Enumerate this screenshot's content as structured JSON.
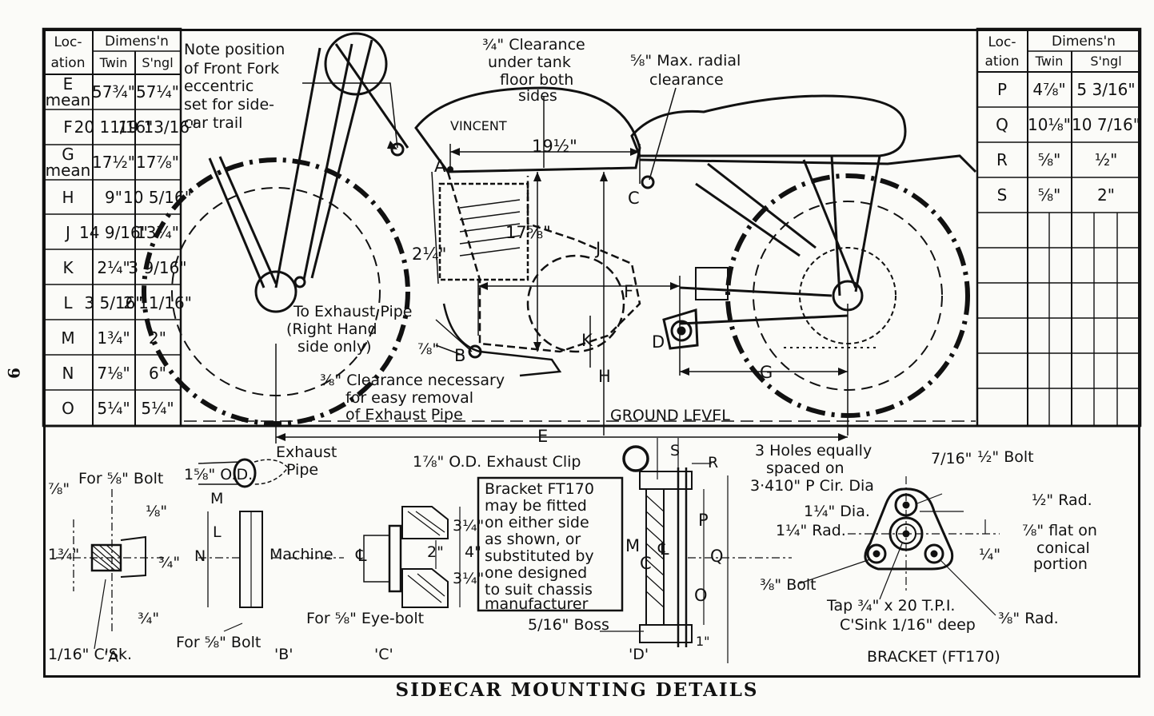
{
  "caption": "SIDECAR MOUNTING DETAILS",
  "page_number": "9",
  "left_table": {
    "headers": {
      "location": [
        "Loc-",
        "ation"
      ],
      "dimens": "Dimens'n",
      "twin": "Twin",
      "single": "S'ngl"
    },
    "rows": [
      {
        "loc": "E mean",
        "twin": "57¾\"",
        "single": "57¼\""
      },
      {
        "loc": "F",
        "twin": "20 11/16\"",
        "single": "19 13/16\""
      },
      {
        "loc": "G mean",
        "twin": "17½\"",
        "single": "17⅞\""
      },
      {
        "loc": "H",
        "twin": "9\"",
        "single": "10 5/16\""
      },
      {
        "loc": "J",
        "twin": "14 9/16\"",
        "single": "13¼\""
      },
      {
        "loc": "K",
        "twin": "2¼\"",
        "single": "3 9/16\""
      },
      {
        "loc": "L",
        "twin": "3 5/16\"",
        "single": "2 11/16\""
      },
      {
        "loc": "M",
        "twin": "1¾\"",
        "single": "2\""
      },
      {
        "loc": "N",
        "twin": "7⅛\"",
        "single": "6\""
      },
      {
        "loc": "O",
        "twin": "5¼\"",
        "single": "5¼\""
      }
    ]
  },
  "right_table": {
    "headers": {
      "location": [
        "Loc-",
        "ation"
      ],
      "dimens": "Dimens'n",
      "twin": "Twin",
      "single": "S'ngl"
    },
    "rows": [
      {
        "loc": "P",
        "twin": "4⅞\"",
        "single": "5 3/16\""
      },
      {
        "loc": "Q",
        "twin": "10⅛\"",
        "single": "10 7/16\""
      },
      {
        "loc": "R",
        "twin": "⅝\"",
        "single": "½\""
      },
      {
        "loc": "S",
        "twin": "⅝\"",
        "single": "2\""
      }
    ]
  },
  "notes": {
    "front_fork": [
      "Note position",
      "of Front Fork",
      "eccentric",
      "set for side-",
      "car trail"
    ],
    "tank": [
      "¾\" Clearance",
      "under tank",
      "floor both",
      "sides"
    ],
    "radial": [
      "⅝\" Max. radial",
      "clearance"
    ],
    "exhaust": [
      "To Exhaust Pipe",
      "(Right Hand",
      "side only)"
    ],
    "removal": [
      "⅜\" Clearance necessary",
      "for easy removal",
      "of Exhaust Pipe"
    ],
    "ground": "GROUND LEVEL",
    "bracket_box": [
      "Bracket FT170",
      "may be fitted",
      "on either side",
      "as shown, or",
      "substituted by",
      "one designed",
      "to suit chassis",
      "manufacturer"
    ],
    "holes": [
      "3 Holes equally",
      "spaced on",
      "3·410\" P Cir. Dia"
    ],
    "tap": [
      "Tap ¾\" x 20 T.P.I.",
      "C'Sink 1/16\" deep"
    ]
  },
  "bike_dims": {
    "d_19_5": "19½\"",
    "d_2_25": "2¼\"",
    "d_17_625": "17⅝\"",
    "d_7_8": "⅞\"",
    "A": "A",
    "B": "B",
    "C": "C",
    "D": "D",
    "E": "E",
    "F": "F",
    "G": "G",
    "H": "H",
    "J": "J",
    "K": "K",
    "VINCENT": "VINCENT"
  },
  "details": {
    "A": {
      "label": "'A'",
      "bolt": "For ⅝\" Bolt",
      "d78": "⅞\"",
      "d134": "1¾\"",
      "d18": "⅛\"",
      "d34a": "¾\"",
      "d34b": "¾\"",
      "csk": "1/16\" C'Sk."
    },
    "B": {
      "label": "'B'",
      "pipe": [
        "Exhaust",
        "Pipe"
      ],
      "od": "1⅝\" O.D.",
      "M": "M",
      "L": "L",
      "N": "N",
      "bolt": "For ⅝\" Bolt",
      "machine": "Machine"
    },
    "C": {
      "label": "'C'",
      "clip": "1⅞\" O.D. Exhaust Clip",
      "d34a": "3¼\"",
      "d2": "2\"",
      "d4": "4\"",
      "d34b": "3¼\"",
      "eyebolt": "For ⅝\" Eye-bolt"
    },
    "D": {
      "label": "'D'",
      "S": "S",
      "R": "R",
      "P": "P",
      "Q": "Q",
      "O": "O",
      "M": "M",
      "C": "C",
      "boss": "5/16\" Boss",
      "d1": "1\""
    },
    "bracket": {
      "title": "BRACKET (FT170)",
      "d716": "7/16\"",
      "bolt12": "½\" Bolt",
      "rad12": "½\" Rad.",
      "dia": "1¼\" Dia.",
      "rad14": "1¼\" Rad.",
      "flat": [
        "⅞\" flat on",
        "conical",
        "portion"
      ],
      "d14": "¼\"",
      "bolt38": "⅜\" Bolt",
      "rad38": "⅜\" Rad."
    }
  }
}
